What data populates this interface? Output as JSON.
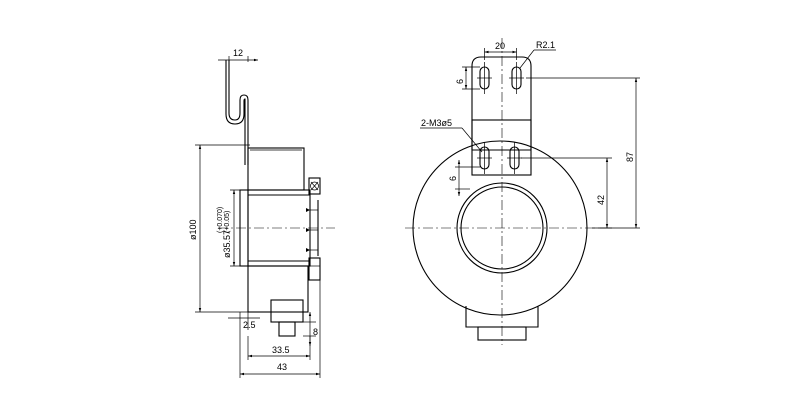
{
  "side_view": {
    "dim_top_width": "12",
    "dim_outer_diameter": "ø100",
    "dim_bore": "ø35.57",
    "dim_bore_tol_upper": "(+0.070)",
    "dim_bore_tol_lower": "(+0.05)",
    "dim_step": "2.5",
    "dim_connector": "8",
    "dim_body_length": "33.5",
    "dim_total_length": "43"
  },
  "front_view": {
    "dim_slot_spacing": "20",
    "dim_slot_radius": "R2.1",
    "dim_slot_length_top": "6",
    "dim_screw_holes": "2-M3ø5",
    "dim_slot_length_bottom": "6",
    "dim_center_height": "42",
    "dim_total_height": "87"
  }
}
